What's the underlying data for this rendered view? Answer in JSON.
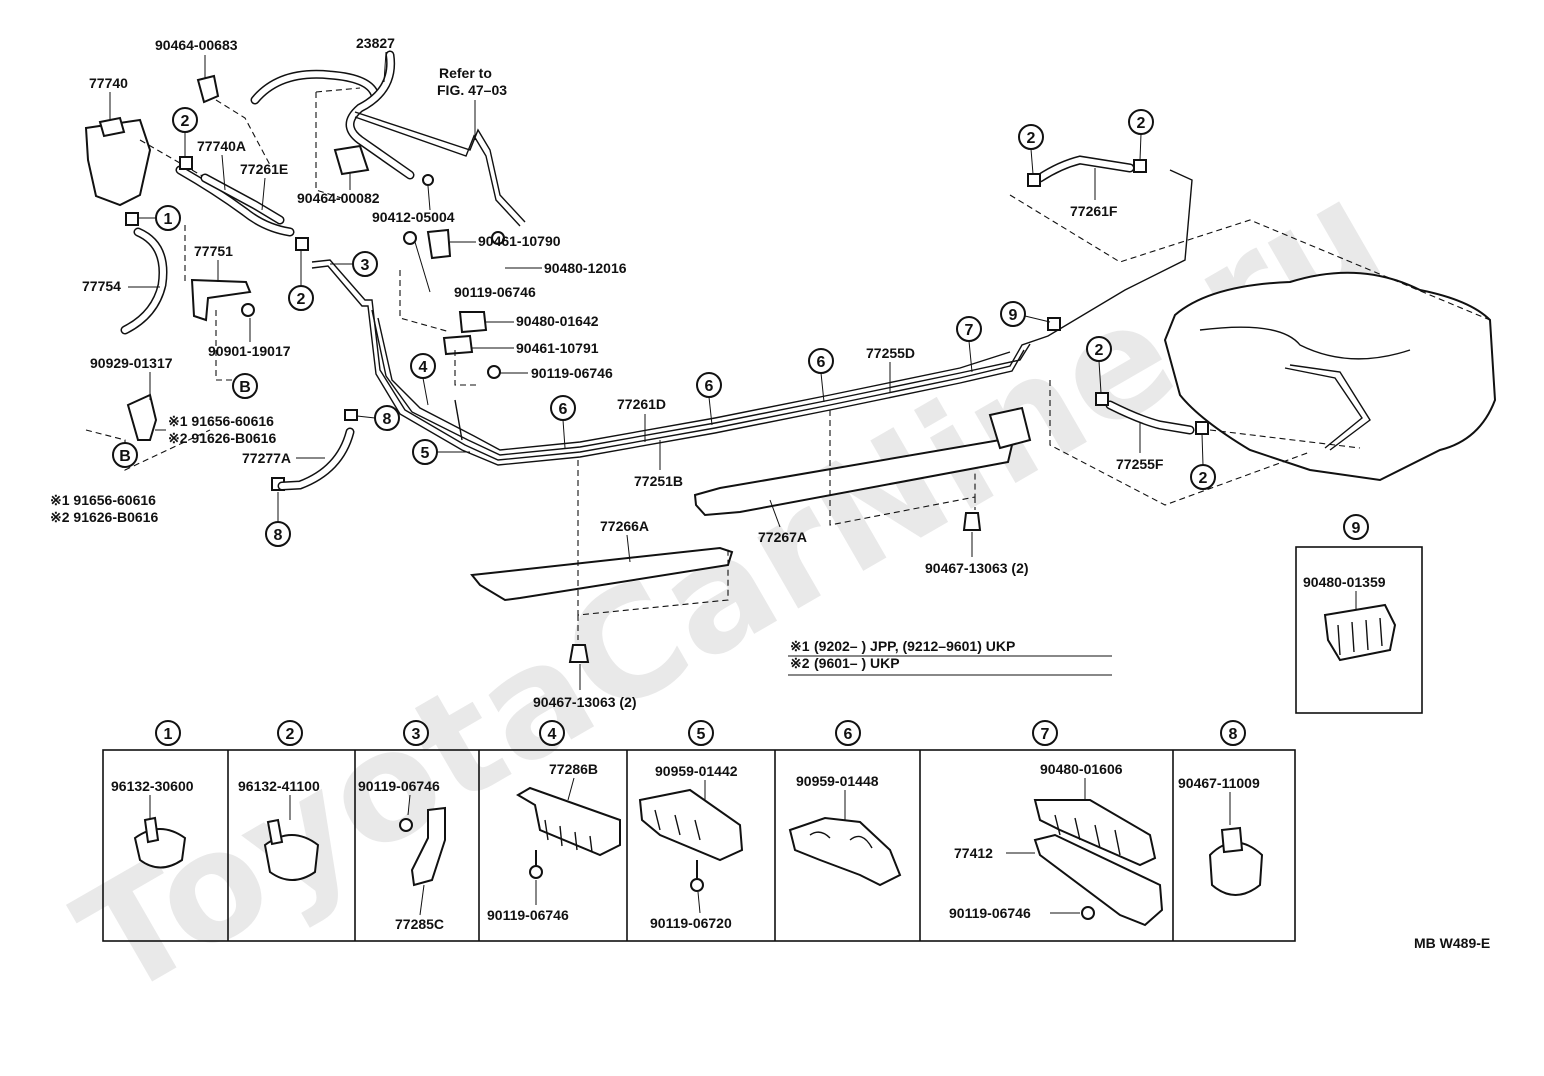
{
  "watermark": "ToyotaCarNine.ru",
  "code": "MB W489-E",
  "note": {
    "l1_mark": "※1",
    "l1_text": "(9202–        ) JPP, (9212–9601) UKP",
    "l2_mark": "※2",
    "l2_text": "(9601–        ) UKP"
  },
  "callouts": {
    "c77740": "77740",
    "c90464_00683": "90464-00683",
    "c23827": "23827",
    "refer1": "Refer to",
    "refer2": "FIG. 47–03",
    "c77740A": "77740A",
    "c77261E": "77261E",
    "c90464_00082": "90464-00082",
    "c90412_05004": "90412-05004",
    "c77751": "77751",
    "c77754": "77754",
    "c90461_10790": "90461-10790",
    "c90480_12016": "90480-12016",
    "c90119_06746a": "90119-06746",
    "c90480_01642": "90480-01642",
    "c90461_10791": "90461-10791",
    "c90119_06746b": "90119-06746",
    "c90901_19017": "90901-19017",
    "c90929_01317": "90929-01317",
    "s1_left": "※1  91656-60616",
    "s2_left": "※2  91626-B0616",
    "s1_bottom": "※1 91656-60616",
    "s2_bottom": "※2 91626-B0616",
    "c77277A": "77277A",
    "c77261D": "77261D",
    "c77251B": "77251B",
    "c77255D": "77255D",
    "c77261F": "77261F",
    "c77255F": "77255F",
    "c77266A": "77266A",
    "c77267A": "77267A",
    "c90467_13063a": "90467-13063 (2)",
    "c90467_13063b": "90467-13063 (2)"
  },
  "markers": {
    "n1": "1",
    "n2": "2",
    "n3": "3",
    "n4": "4",
    "n5": "5",
    "n6": "6",
    "n7": "7",
    "n8": "8",
    "n9": "9",
    "B": "B"
  },
  "detail9": {
    "num": "9",
    "part": "90480-01359"
  },
  "table": [
    {
      "num": "1",
      "parts": [
        "96132-30600"
      ]
    },
    {
      "num": "2",
      "parts": [
        "96132-41100"
      ]
    },
    {
      "num": "3",
      "parts": [
        "90119-06746",
        "77285C"
      ]
    },
    {
      "num": "4",
      "parts": [
        "77286B",
        "90119-06746"
      ]
    },
    {
      "num": "5",
      "parts": [
        "90959-01442",
        "90119-06720"
      ]
    },
    {
      "num": "6",
      "parts": [
        "90959-01448"
      ]
    },
    {
      "num": "7",
      "parts": [
        "90480-01606",
        "77412",
        "90119-06746"
      ]
    },
    {
      "num": "8",
      "parts": [
        "90467-11009"
      ]
    }
  ]
}
